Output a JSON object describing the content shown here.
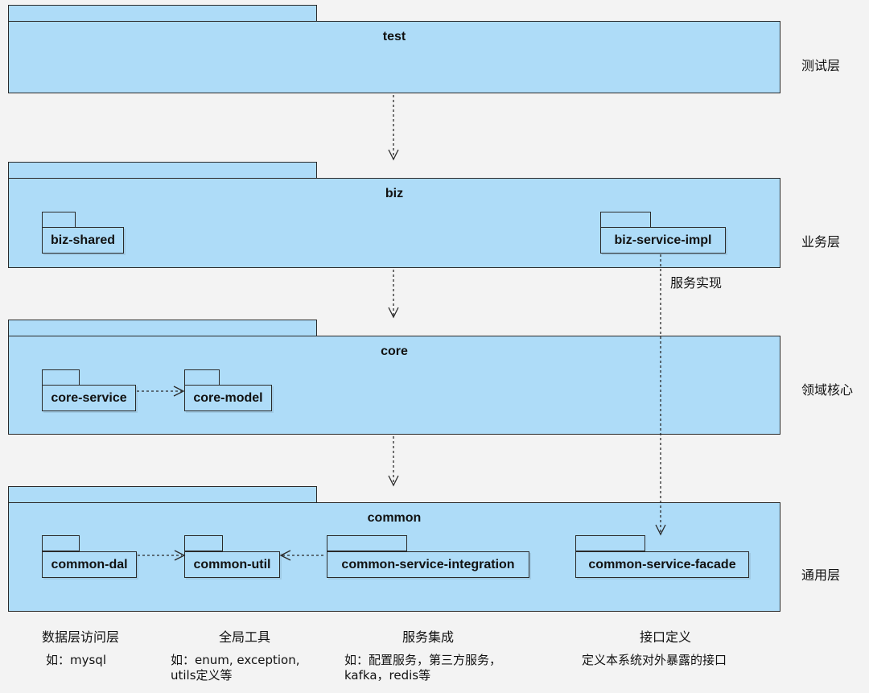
{
  "layers": {
    "test": {
      "title": "test",
      "label": "测试层"
    },
    "biz": {
      "title": "biz",
      "label": "业务层"
    },
    "core": {
      "title": "core",
      "label": "领域核心"
    },
    "common": {
      "title": "common",
      "label": "通用层"
    }
  },
  "biz_modules": {
    "shared": "biz-shared",
    "service_impl": "biz-service-impl"
  },
  "core_modules": {
    "service": "core-service",
    "model": "core-model"
  },
  "common_modules": {
    "dal": "common-dal",
    "util": "common-util",
    "integration": "common-service-integration",
    "facade": "common-service-facade"
  },
  "edge_labels": {
    "service_impl": "服务实现"
  },
  "footer": {
    "dal": {
      "title": "数据层访问层",
      "note": "如：mysql"
    },
    "util": {
      "title": "全局工具",
      "note_line1": "如：enum, exception,",
      "note_line2": "utils定义等"
    },
    "integration": {
      "title": "服务集成",
      "note_line1": "如：配置服务，第三方服务，",
      "note_line2": "kafka，redis等"
    },
    "facade": {
      "title": "接口定义",
      "note": "定义本系统对外暴露的接口"
    }
  },
  "colors": {
    "package_fill": "#aedcf8",
    "border": "#2a2a2a",
    "background": "#f3f3f3"
  }
}
